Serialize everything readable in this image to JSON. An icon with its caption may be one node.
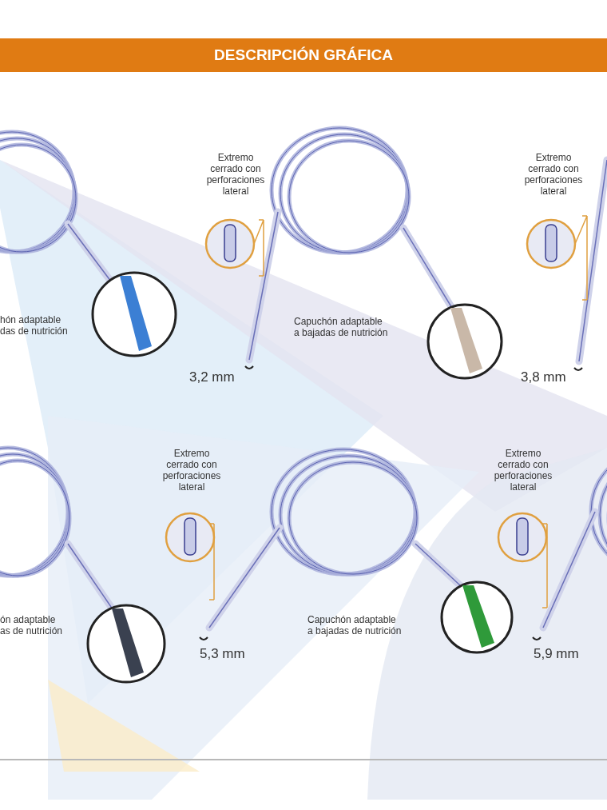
{
  "diagram": {
    "title": "DESCRIPCIÓN GRÁFICA",
    "labels": [
      "Extremo cerrado con perforaciones lateral",
      "Extremo cerrado con perforaciones lateral",
      "hón adaptable das de nutrición",
      "Capuchón adaptable a bajadas de nutrición",
      "3,2 mm",
      "3,8 mm",
      "Extremo cerrado con perforaciones lateral",
      "Extremo cerrado con perforaciones lateral",
      "ón adaptable as de nutrición",
      "Capuchón adaptable a bajadas de nutrición",
      "5,3 mm",
      "5,9 mm"
    ]
  }
}
